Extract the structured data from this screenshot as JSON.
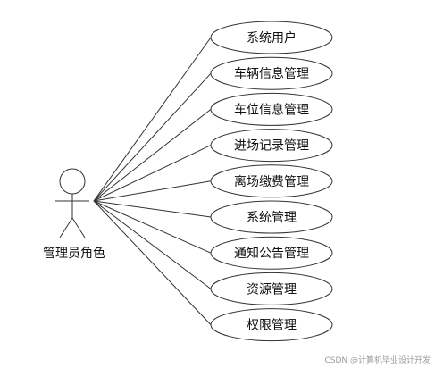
{
  "actor": {
    "name": "管理员角色"
  },
  "use_cases": [
    {
      "label": "系统用户"
    },
    {
      "label": "车辆信息管理"
    },
    {
      "label": "车位信息管理"
    },
    {
      "label": "进场记录管理"
    },
    {
      "label": "离场缴费管理"
    },
    {
      "label": "系统管理"
    },
    {
      "label": "通知公告管理"
    },
    {
      "label": "资源管理"
    },
    {
      "label": "权限管理"
    }
  ],
  "watermark": "CSDN @计算机毕业设计开发",
  "colors": {
    "stroke": "#333333",
    "ellipse_fill": "#ffffff",
    "text": "#111111"
  }
}
